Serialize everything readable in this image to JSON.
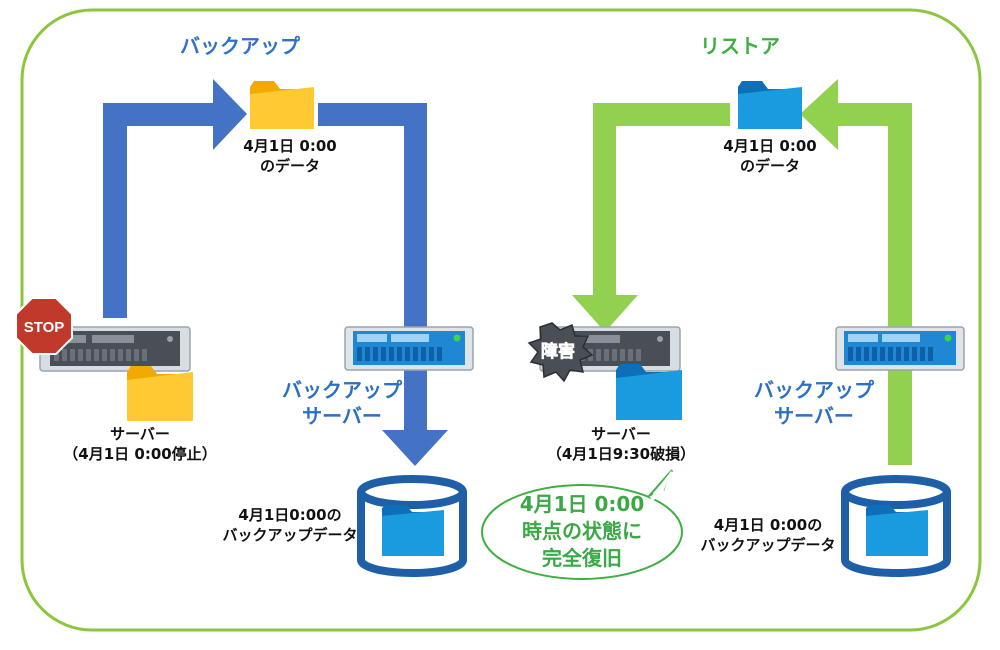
{
  "colors": {
    "backup_arrow": "#4472c4",
    "restore_arrow": "#92d050",
    "frame": "#8cc63f",
    "folder_yellow": "#ffc000",
    "folder_blue": "#1a9be0",
    "disk_outline": "#1f5fa8",
    "text_blue": "#2f72c8",
    "text_green": "#3cb043"
  },
  "backup": {
    "title": "バックアップ",
    "folder_caption": [
      "4月1日 0:00",
      "のデータ"
    ],
    "server_caption": [
      "サーバー",
      "（4月1日 0:00停止）"
    ],
    "stop_sign": "STOP",
    "backup_server_caption": [
      "バックアップ",
      "サーバー"
    ],
    "disk_caption": [
      "4月1日0:00の",
      "バックアップデータ"
    ]
  },
  "restore": {
    "title": "リストア",
    "folder_caption": [
      "4月1日 0:00",
      "のデータ"
    ],
    "server_caption": [
      "サーバー",
      "（4月1日9:30破損）"
    ],
    "damage_badge": "障害",
    "backup_server_caption": [
      "バックアップ",
      "サーバー"
    ],
    "disk_caption": [
      "4月1日 0:00の",
      "バックアップデータ"
    ],
    "bubble": [
      "4月1日 0:00",
      "時点の状態に",
      "完全復旧"
    ]
  }
}
